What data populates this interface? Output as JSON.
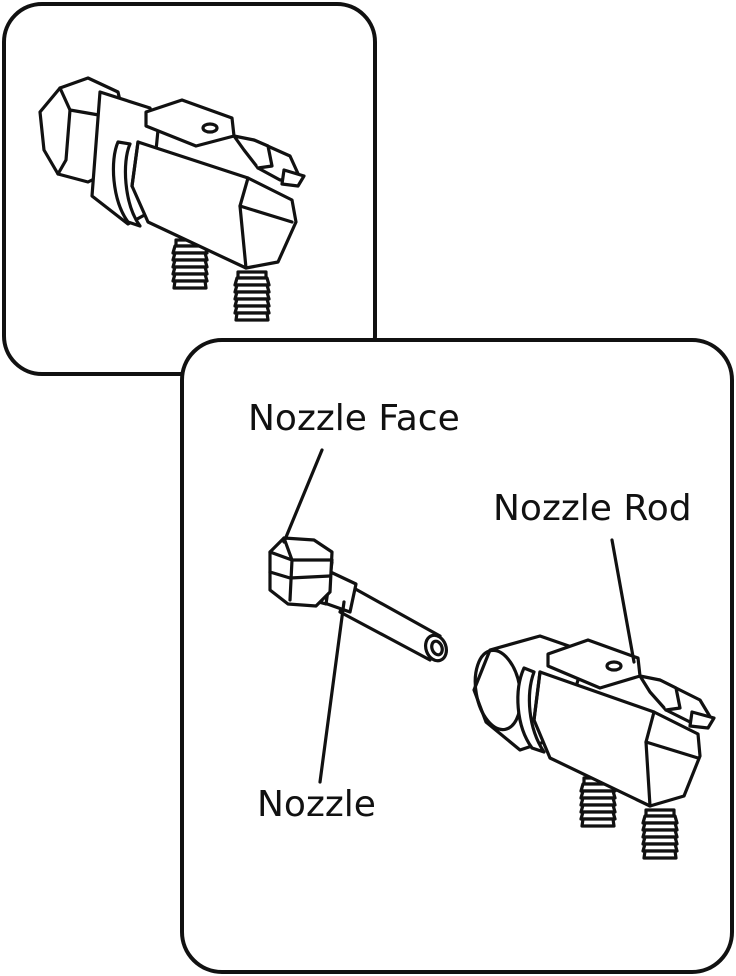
{
  "labels": {
    "nozzle_face": "Nozzle Face",
    "nozzle_rod": "Nozzle Rod",
    "nozzle": "Nozzle"
  }
}
